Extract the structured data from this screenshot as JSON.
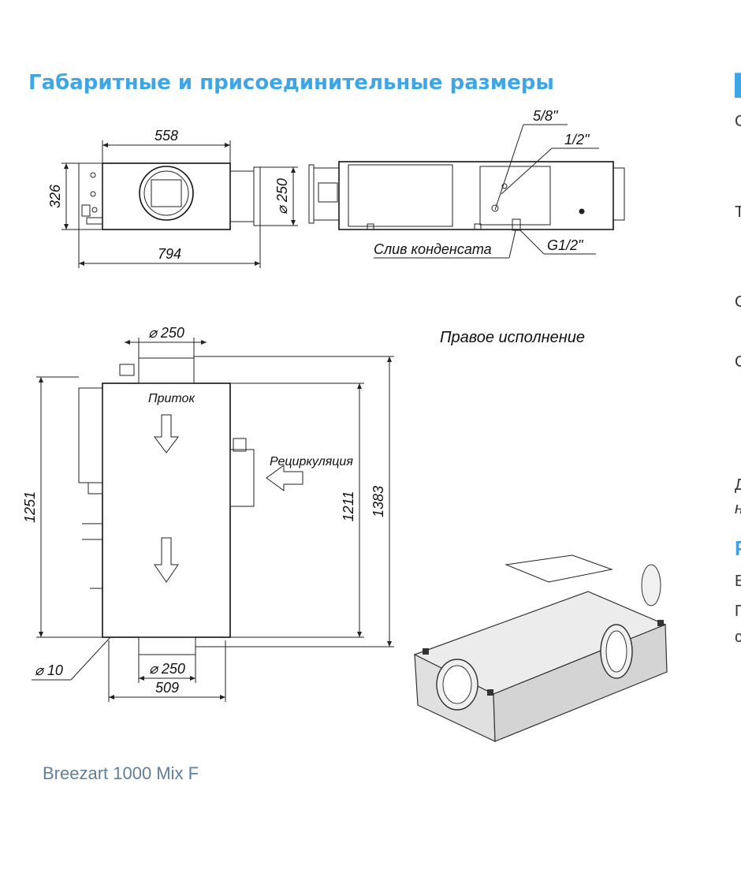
{
  "heading": "Габаритные и присоединительные размеры",
  "caption": "Breezart 1000 Mix F",
  "colors": {
    "accent": "#3ea6e6",
    "caption": "#5f7f9d"
  },
  "top_view": {
    "dims": {
      "width": "558",
      "height": "326",
      "overall": "794",
      "diameter": "⌀ 250"
    }
  },
  "side_view": {
    "labels": {
      "pipe_a": "5/8\"",
      "pipe_b": "1/2\"",
      "drain": "Слив конденсата",
      "thread": "G1/2\""
    }
  },
  "front_view": {
    "title": "Правое исполнение",
    "labels": {
      "supply": "Приток",
      "recirculation": "Рециркуляция"
    },
    "dims": {
      "top_diameter": "⌀ 250",
      "left_height": "1251",
      "inner_height": "1211",
      "overall_height": "1383",
      "bottom_diameter": "⌀ 250",
      "bottom_width": "509",
      "hole": "⌀ 10"
    }
  },
  "right_column": {
    "letters": [
      "С",
      "Т",
      "С",
      "С",
      "Д",
      "н",
      "Р",
      "В",
      "П",
      "с"
    ]
  }
}
